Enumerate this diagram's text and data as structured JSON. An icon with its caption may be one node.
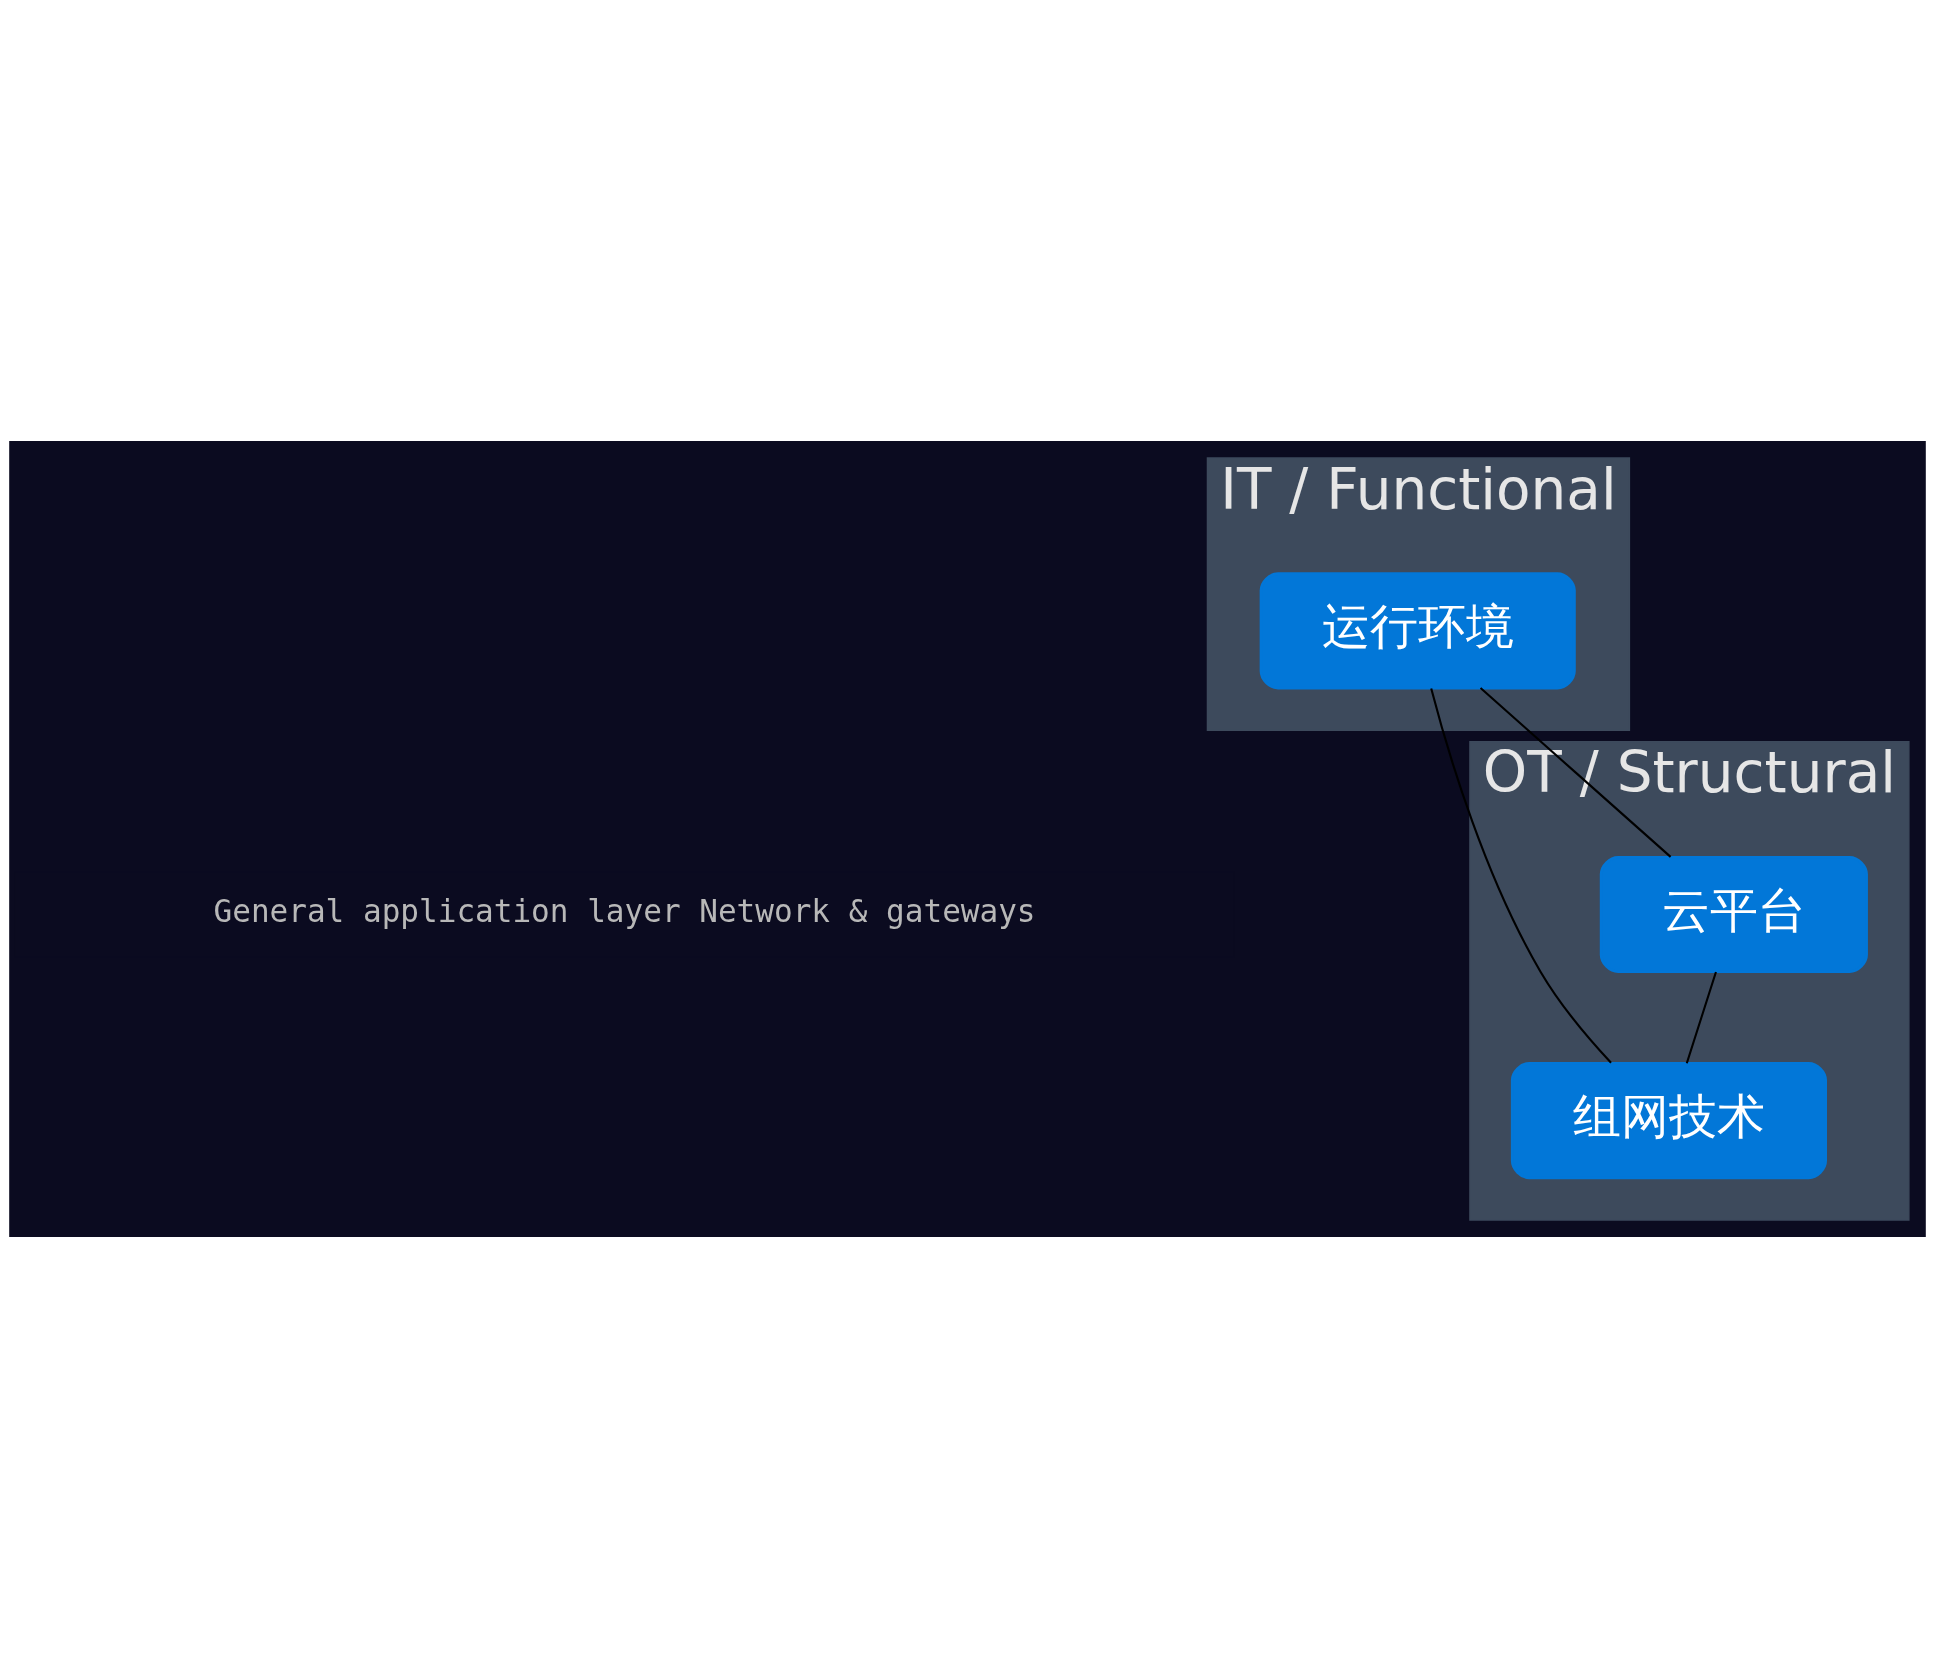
{
  "diagram": {
    "nodes": [
      {
        "text": [
          "IT / Functional"
        ]
      },
      {
        "text": [
          "运行环境"
        ],
        "in": 0
      },
      {
        "text": [
          "General application layer Network & gateways"
        ]
      },
      {
        "text": [
          "OT / Structural"
        ]
      },
      {
        "text": [
          "组网技术"
        ],
        "in": 3
      },
      {
        "text": [
          "云平台"
        ],
        "in": 3
      }
    ],
    "edges": [
      {
        "from": 1,
        "to": 5,
        "arrow": "none"
      },
      {
        "from": 1,
        "to": 4,
        "arrow": "none"
      },
      {
        "from": 5,
        "to": 4,
        "arrow": "none"
      }
    ]
  }
}
